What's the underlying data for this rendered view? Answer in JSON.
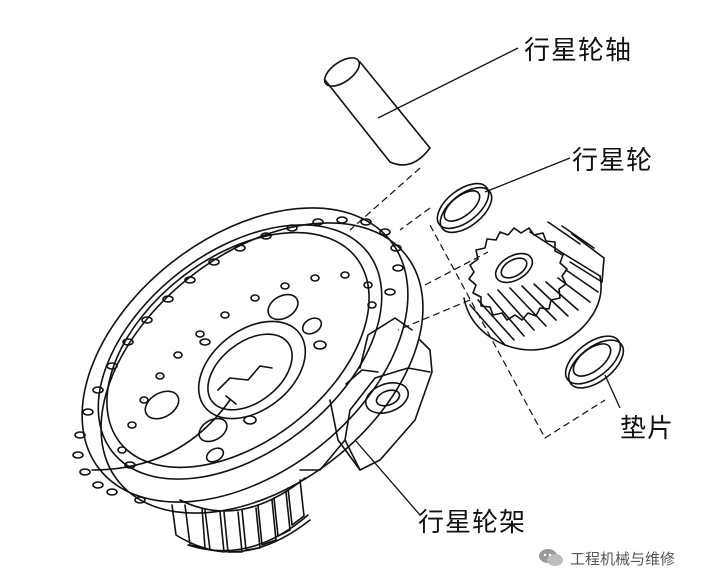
{
  "labels": {
    "planet_shaft": "行星轮轴",
    "planet_gear": "行星轮",
    "washer": "垫片",
    "planet_carrier": "行星轮架"
  },
  "watermark": {
    "text": "工程机械与维修"
  },
  "colors": {
    "line": "#111111",
    "background": "#ffffff"
  }
}
